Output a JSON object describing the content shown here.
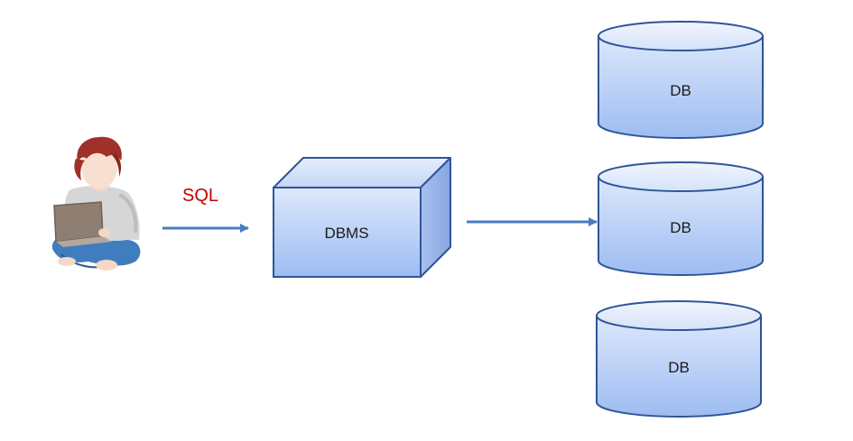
{
  "labels": {
    "query": "SQL",
    "dbms": "DBMS"
  },
  "databases": [
    {
      "label": "DB"
    },
    {
      "label": "DB"
    },
    {
      "label": "DB"
    }
  ],
  "colors": {
    "shape_fill_top": "#dde8fb",
    "shape_fill_bottom": "#9dbcf2",
    "shape_outline": "#2f5597",
    "arrow": "#4a7cc0",
    "query_label": "#c00000"
  },
  "icons": {
    "user": "person-with-laptop-icon"
  }
}
